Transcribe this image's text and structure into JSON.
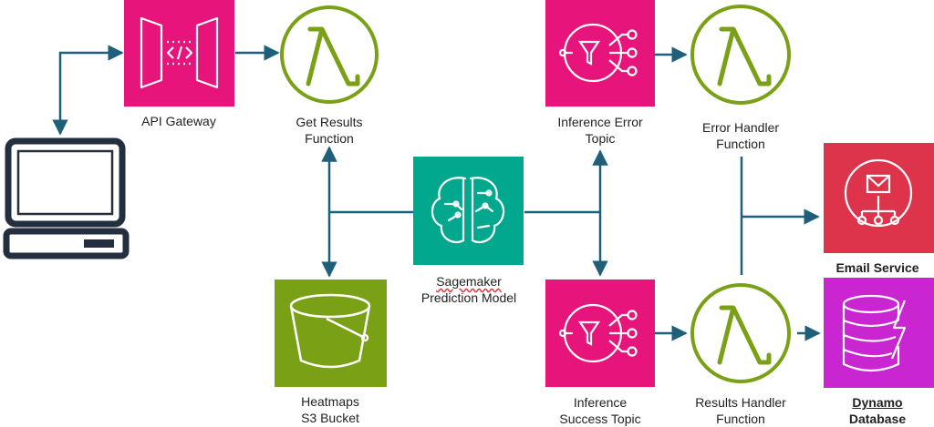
{
  "colors": {
    "pink": "#e7157b",
    "green": "#7aa116",
    "teal": "#01a88d",
    "red": "#dd344c",
    "purple": "#c925d1",
    "arrow": "#1f5f7a",
    "computer": "#232f3e"
  },
  "nodes": {
    "api_gateway": {
      "icon": "api-gateway-icon",
      "lines": [
        "API Gateway"
      ]
    },
    "get_results": {
      "icon": "lambda-icon",
      "lines": [
        "Get Results",
        "Function"
      ]
    },
    "s3": {
      "icon": "bucket-icon",
      "lines": [
        "Heatmaps",
        "S3 Bucket"
      ]
    },
    "sagemaker": {
      "icon": "brain-icon",
      "lines": [
        "Sagemaker",
        "Prediction Model"
      ]
    },
    "error_topic": {
      "icon": "sns-topic-icon",
      "lines": [
        "Inference Error",
        "Topic"
      ]
    },
    "success_topic": {
      "icon": "sns-topic-icon",
      "lines": [
        "Inference",
        "Success Topic"
      ]
    },
    "error_handler": {
      "icon": "lambda-icon",
      "lines": [
        "Error Handler",
        "Function"
      ]
    },
    "results_handler": {
      "icon": "lambda-icon",
      "lines": [
        "Results Handler",
        "Function"
      ]
    },
    "email": {
      "icon": "email-icon",
      "lines": [
        "Email Service"
      ]
    },
    "dynamo": {
      "icon": "dynamodb-icon",
      "lines": [
        "Dynamo",
        "Database"
      ]
    },
    "client": {
      "icon": "computer-icon"
    }
  }
}
